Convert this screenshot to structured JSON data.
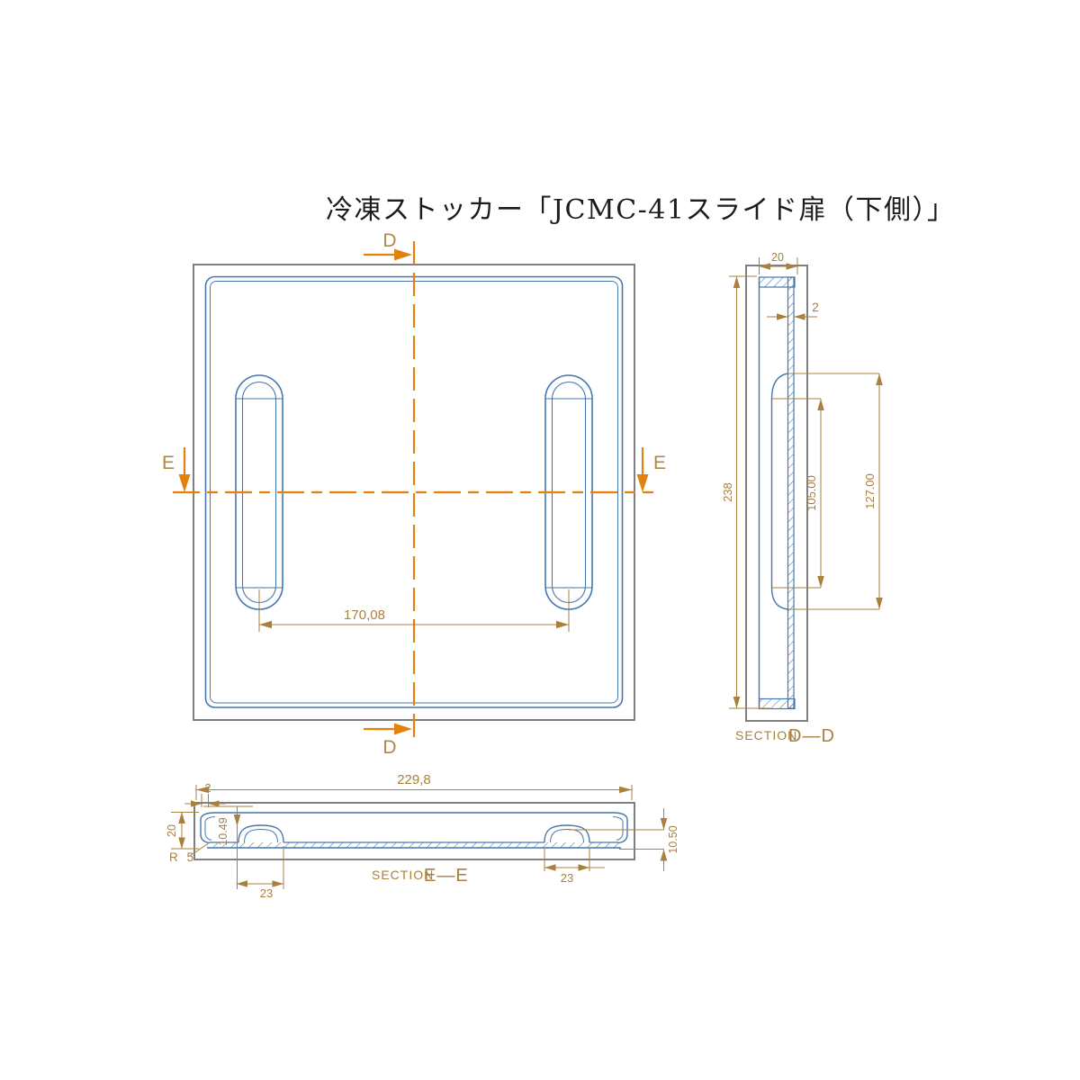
{
  "title": "冷凍ストッカー「JCMC-41スライド扉（下側）」",
  "colors": {
    "outline_gray": "#7f7f7f",
    "part_blue": "#4377AE",
    "centerline_orange": "#E2820E",
    "dimension_brown": "#A9803E",
    "letter_tan": "#B08845"
  },
  "front_view": {
    "cut_label_top": "D",
    "cut_label_bottom": "D",
    "cut_label_left": "E",
    "cut_label_right": "E",
    "dim_slot_spacing": "170,08"
  },
  "section_dd": {
    "label_prefix": "SECTION",
    "label_name": "D—D",
    "dim_width": "20",
    "dim_thickness": "2",
    "dim_height": "238",
    "dim_pocket_inner": "105.00",
    "dim_pocket_outer": "127.00"
  },
  "section_ee": {
    "label_prefix": "SECTION",
    "label_name": "E—E",
    "dim_length": "229,8",
    "dim_wall": "2",
    "dim_depth": "20",
    "dim_pocket_height": "10.49",
    "dim_radius": "R 5",
    "dim_pocket_left": "23",
    "dim_pocket_right": "23",
    "dim_step": "10.50"
  }
}
